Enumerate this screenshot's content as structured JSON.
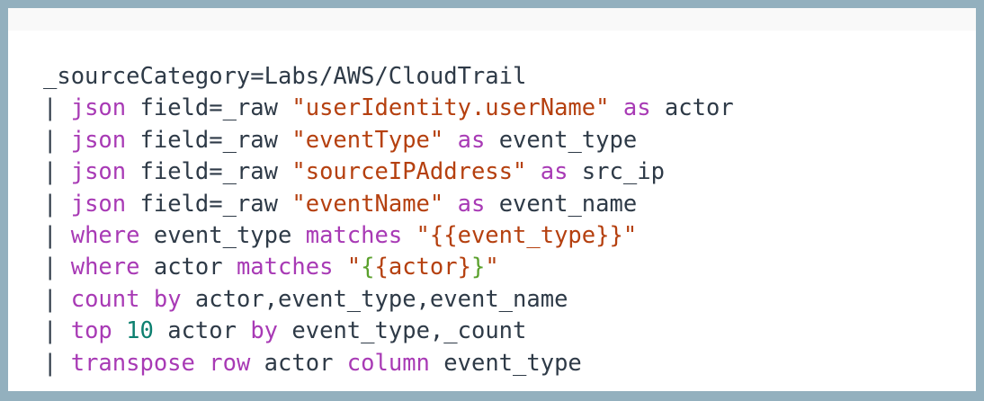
{
  "theme": {
    "frame_border_color": "#93b0be",
    "header_strip_color": "#f9f9f9",
    "editor_background": "#ffffff",
    "token_default_color": "#2e3a47",
    "token_keyword_color": "#a83ab5",
    "token_string_color": "#b5400f",
    "token_number_color": "#0d8070",
    "token_brace_color": "#5aa02c"
  },
  "query": {
    "language": "sumo-logic-query",
    "full_text": "_sourceCategory=Labs/AWS/CloudTrail\n| json field=_raw \"userIdentity.userName\" as actor\n| json field=_raw \"eventType\" as event_type\n| json field=_raw \"sourceIPAddress\" as src_ip\n| json field=_raw \"eventName\" as event_name\n| where event_type matches \"{{event_type}}\"\n| where actor matches \"{{actor}}\"\n| count by actor,event_type,event_name\n| top 10 actor by event_type,_count\n| transpose row actor column event_type",
    "lines": [
      {
        "number": 1,
        "plain": "_sourceCategory=Labs/AWS/CloudTrail",
        "tokens": [
          {
            "text": "_sourceCategory=Labs/AWS/CloudTrail",
            "type": "default"
          }
        ]
      },
      {
        "number": 2,
        "plain": "| json field=_raw \"userIdentity.userName\" as actor",
        "tokens": [
          {
            "text": "| ",
            "type": "pipe"
          },
          {
            "text": "json",
            "type": "keyword"
          },
          {
            "text": " field=_raw ",
            "type": "default"
          },
          {
            "text": "\"userIdentity.userName\"",
            "type": "string"
          },
          {
            "text": " ",
            "type": "default"
          },
          {
            "text": "as",
            "type": "keyword"
          },
          {
            "text": " actor",
            "type": "default"
          }
        ]
      },
      {
        "number": 3,
        "plain": "| json field=_raw \"eventType\" as event_type",
        "tokens": [
          {
            "text": "| ",
            "type": "pipe"
          },
          {
            "text": "json",
            "type": "keyword"
          },
          {
            "text": " field=_raw ",
            "type": "default"
          },
          {
            "text": "\"eventType\"",
            "type": "string"
          },
          {
            "text": " ",
            "type": "default"
          },
          {
            "text": "as",
            "type": "keyword"
          },
          {
            "text": " event_type",
            "type": "default"
          }
        ]
      },
      {
        "number": 4,
        "plain": "| json field=_raw \"sourceIPAddress\" as src_ip",
        "tokens": [
          {
            "text": "| ",
            "type": "pipe"
          },
          {
            "text": "json",
            "type": "keyword"
          },
          {
            "text": " field=_raw ",
            "type": "default"
          },
          {
            "text": "\"sourceIPAddress\"",
            "type": "string"
          },
          {
            "text": " ",
            "type": "default"
          },
          {
            "text": "as",
            "type": "keyword"
          },
          {
            "text": " src_ip",
            "type": "default"
          }
        ]
      },
      {
        "number": 5,
        "plain": "| json field=_raw \"eventName\" as event_name",
        "tokens": [
          {
            "text": "| ",
            "type": "pipe"
          },
          {
            "text": "json",
            "type": "keyword"
          },
          {
            "text": " field=_raw ",
            "type": "default"
          },
          {
            "text": "\"eventName\"",
            "type": "string"
          },
          {
            "text": " ",
            "type": "default"
          },
          {
            "text": "as",
            "type": "keyword"
          },
          {
            "text": " event_name",
            "type": "default"
          }
        ]
      },
      {
        "number": 6,
        "plain": "| where event_type matches \"{{event_type}}\"",
        "tokens": [
          {
            "text": "| ",
            "type": "pipe"
          },
          {
            "text": "where",
            "type": "keyword"
          },
          {
            "text": " event_type ",
            "type": "default"
          },
          {
            "text": "matches",
            "type": "keyword"
          },
          {
            "text": " ",
            "type": "default"
          },
          {
            "text": "\"{{event_type}}\"",
            "type": "string"
          }
        ]
      },
      {
        "number": 7,
        "plain": "| where actor matches \"{{actor}}\"",
        "tokens": [
          {
            "text": "| ",
            "type": "pipe"
          },
          {
            "text": "where",
            "type": "keyword"
          },
          {
            "text": " actor ",
            "type": "default"
          },
          {
            "text": "matches",
            "type": "keyword"
          },
          {
            "text": " ",
            "type": "default"
          },
          {
            "text": "\"",
            "type": "string"
          },
          {
            "text": "{",
            "type": "brace"
          },
          {
            "text": "{actor}",
            "type": "string"
          },
          {
            "text": "}",
            "type": "brace"
          },
          {
            "text": "\"",
            "type": "string"
          }
        ]
      },
      {
        "number": 8,
        "plain": "| count by actor,event_type,event_name",
        "tokens": [
          {
            "text": "| ",
            "type": "pipe"
          },
          {
            "text": "count",
            "type": "keyword"
          },
          {
            "text": " ",
            "type": "default"
          },
          {
            "text": "by",
            "type": "keyword"
          },
          {
            "text": " actor,event_type,event_name",
            "type": "default"
          }
        ]
      },
      {
        "number": 9,
        "plain": "| top 10 actor by event_type,_count",
        "tokens": [
          {
            "text": "| ",
            "type": "pipe"
          },
          {
            "text": "top",
            "type": "keyword"
          },
          {
            "text": " ",
            "type": "default"
          },
          {
            "text": "10",
            "type": "number"
          },
          {
            "text": " actor ",
            "type": "default"
          },
          {
            "text": "by",
            "type": "keyword"
          },
          {
            "text": " event_type,_count",
            "type": "default"
          }
        ]
      },
      {
        "number": 10,
        "plain": "| transpose row actor column event_type",
        "tokens": [
          {
            "text": "| ",
            "type": "pipe"
          },
          {
            "text": "transpose",
            "type": "keyword"
          },
          {
            "text": " ",
            "type": "default"
          },
          {
            "text": "row",
            "type": "keyword"
          },
          {
            "text": " actor ",
            "type": "default"
          },
          {
            "text": "column",
            "type": "keyword"
          },
          {
            "text": " event_type",
            "type": "default"
          }
        ]
      }
    ]
  }
}
